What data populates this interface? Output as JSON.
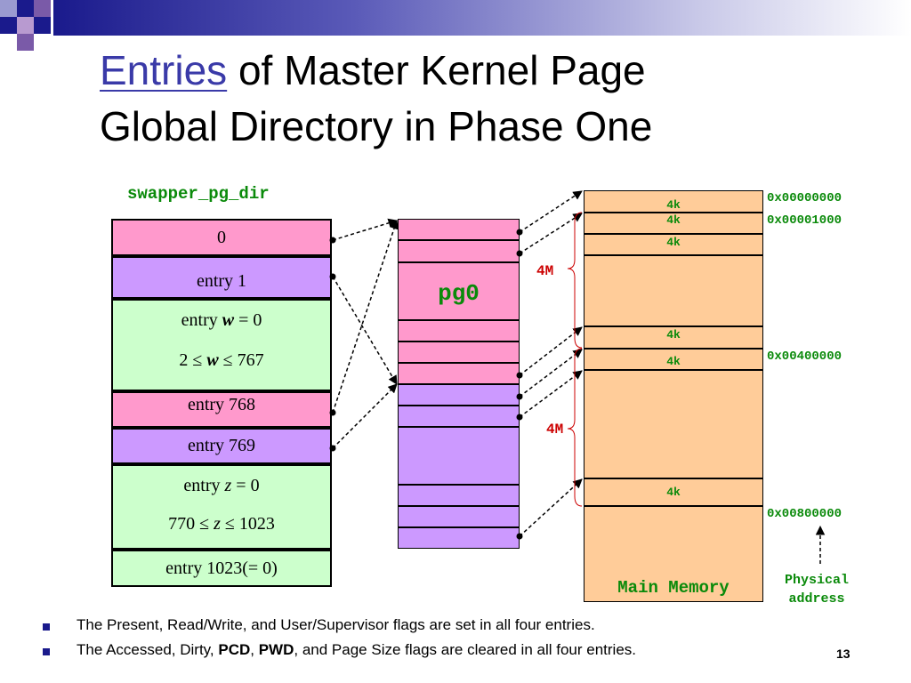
{
  "title": {
    "link_word": "Entries",
    "line1_rest": " of Master Kernel Page",
    "line2": "Global Directory in Phase One"
  },
  "pgd": {
    "label": "swapper_pg_dir",
    "entry0": "0",
    "entry1": "entry 1",
    "entry_w_pre": "entry ",
    "entry_w_var": "w",
    "entry_w_post": " = 0",
    "range_w_pre": "2 ≤ ",
    "range_w_var": "w",
    "range_w_post": " ≤ 767",
    "entry768": "entry 768",
    "entry769": "entry 769",
    "entry_z_pre": "entry ",
    "entry_z_var": "z",
    "entry_z_post": " = 0",
    "range_z_pre": "770 ≤ ",
    "range_z_var": "z",
    "range_z_post": " ≤ 1023",
    "entry1023": "entry 1023(= 0)"
  },
  "pg0": {
    "label": "pg0"
  },
  "memory": {
    "label": "Main Memory",
    "page_size": "4k",
    "span_top": "4M",
    "span_bottom": "4M",
    "addr0": "0x00000000",
    "addr1": "0x00001000",
    "addr2": "0x00400000",
    "addr3": "0x00800000",
    "physical_line1": "Physical",
    "physical_line2": "address"
  },
  "bullets": {
    "b1": "The Present, Read/Write, and User/Supervisor flags are set in all four entries.",
    "b2_pre": "The Accessed, Dirty, ",
    "b2_pcd": "PCD",
    "b2_sep": ", ",
    "b2_pwd": "PWD",
    "b2_post": ", and Page Size flags are cleared in all four entries."
  },
  "slide_number": "13",
  "colors": {
    "pink": "#ff99cc",
    "purple": "#cc99ff",
    "green": "#ccffcc",
    "memory": "#ffcc99",
    "mono_green": "#0a8a0a",
    "red_label": "#cc0000",
    "title_link": "#3a3aa8"
  }
}
